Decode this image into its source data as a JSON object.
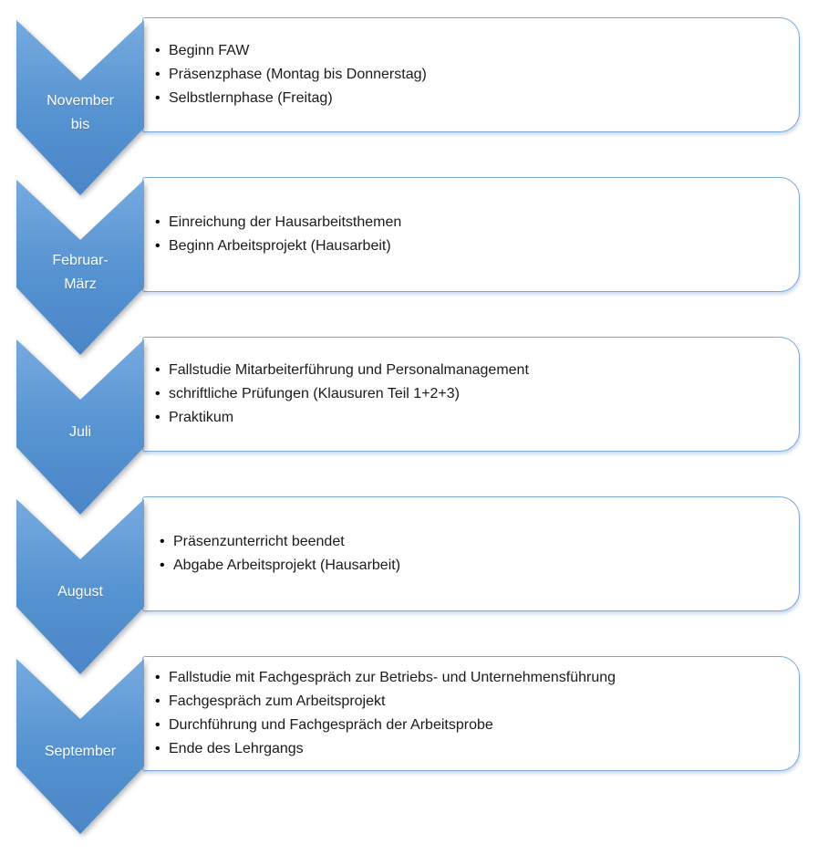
{
  "diagram": {
    "colors": {
      "chevron_gradient_top": "#76aadf",
      "chevron_gradient_bottom": "#4b86c7",
      "box_border": "#7aa7db",
      "box_background": "#ffffff",
      "label_text": "#ffffff",
      "body_text": "#1a1a1a",
      "bullet_glyph": "•"
    },
    "rows": [
      {
        "label": "November bis",
        "label_lines": [
          "November",
          "bis"
        ],
        "bullets": [
          "Beginn FAW",
          "Präsenzphase (Montag bis Donnerstag)",
          "Selbstlernphase (Freitag)"
        ]
      },
      {
        "label": "Februar-März",
        "label_lines": [
          "Februar-",
          "März"
        ],
        "bullets": [
          "Einreichung der Hausarbeitsthemen",
          "Beginn Arbeitsprojekt (Hausarbeit)"
        ]
      },
      {
        "label": "Juli",
        "label_lines": [
          "Juli"
        ],
        "bullets": [
          "Fallstudie Mitarbeiterführung und Personalmanagement",
          "schriftliche Prüfungen (Klausuren Teil 1+2+3)",
          "Praktikum"
        ]
      },
      {
        "label": "August",
        "label_lines": [
          "August"
        ],
        "bullets": [
          "Präsenzunterricht beendet",
          "Abgabe Arbeitsprojekt (Hausarbeit)"
        ]
      },
      {
        "label": "September",
        "label_lines": [
          "September"
        ],
        "bullets": [
          "Fallstudie mit Fachgespräch zur Betriebs- und Unternehmensführung",
          "Fachgespräch zum Arbeitsprojekt",
          "Durchführung und Fachgespräch der Arbeitsprobe",
          "Ende des Lehrgangs"
        ]
      }
    ]
  }
}
